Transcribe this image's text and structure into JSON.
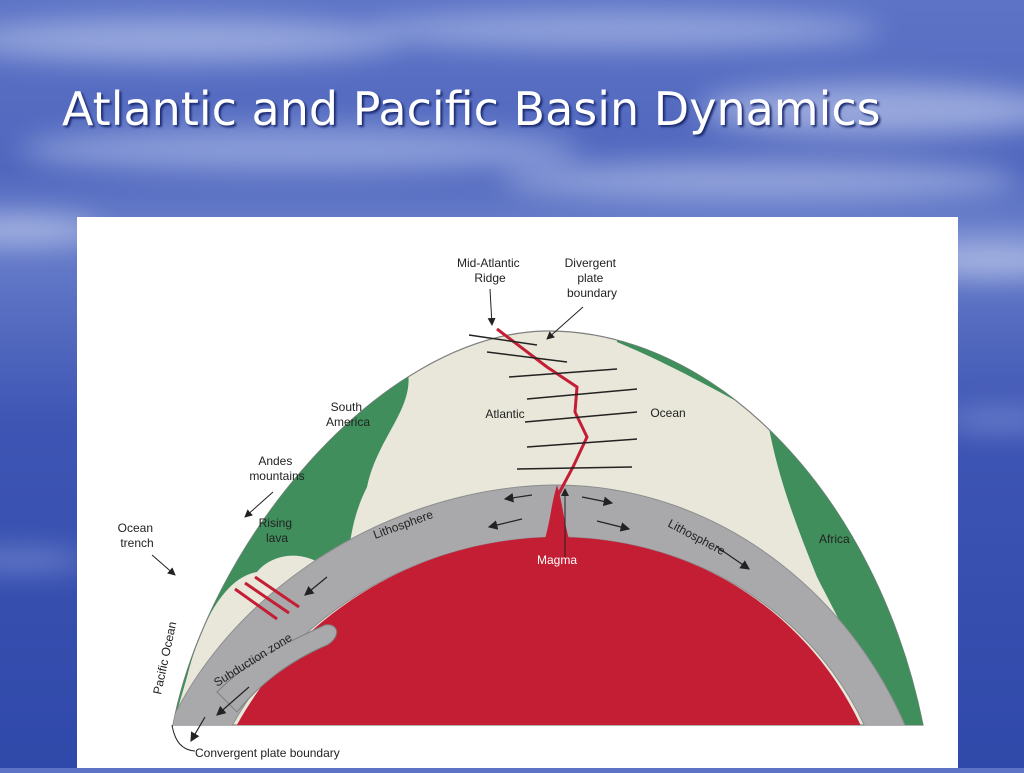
{
  "slide": {
    "title": "Atlantic and Pacific Basin Dynamics"
  },
  "diagram": {
    "labels": {
      "mid_atlantic_ridge": [
        "Mid-Atlantic",
        "Ridge"
      ],
      "divergent_boundary": [
        "Divergent",
        "plate",
        "boundary"
      ],
      "south_america": [
        "South",
        "America"
      ],
      "atlantic": "Atlantic",
      "ocean": "Ocean",
      "andes": [
        "Andes",
        "mountains"
      ],
      "ocean_trench": [
        "Ocean",
        "trench"
      ],
      "rising_lava": [
        "Rising",
        "lava"
      ],
      "lithosphere_left": "Lithosphere",
      "lithosphere_right": "Lithosphere",
      "africa": "Africa",
      "magma": "Magma",
      "pacific_ocean": "Pacific Ocean",
      "subduction_zone": "Subduction zone",
      "convergent_boundary": "Convergent plate boundary"
    },
    "colors": {
      "ocean_floor": "#e8e7da",
      "continent": "#3f8e5c",
      "lithosphere": "#a9a9ab",
      "lithosphere_edge": "#8d8d90",
      "magma": "#c41e34",
      "ridge_line": "#c41e34"
    }
  }
}
